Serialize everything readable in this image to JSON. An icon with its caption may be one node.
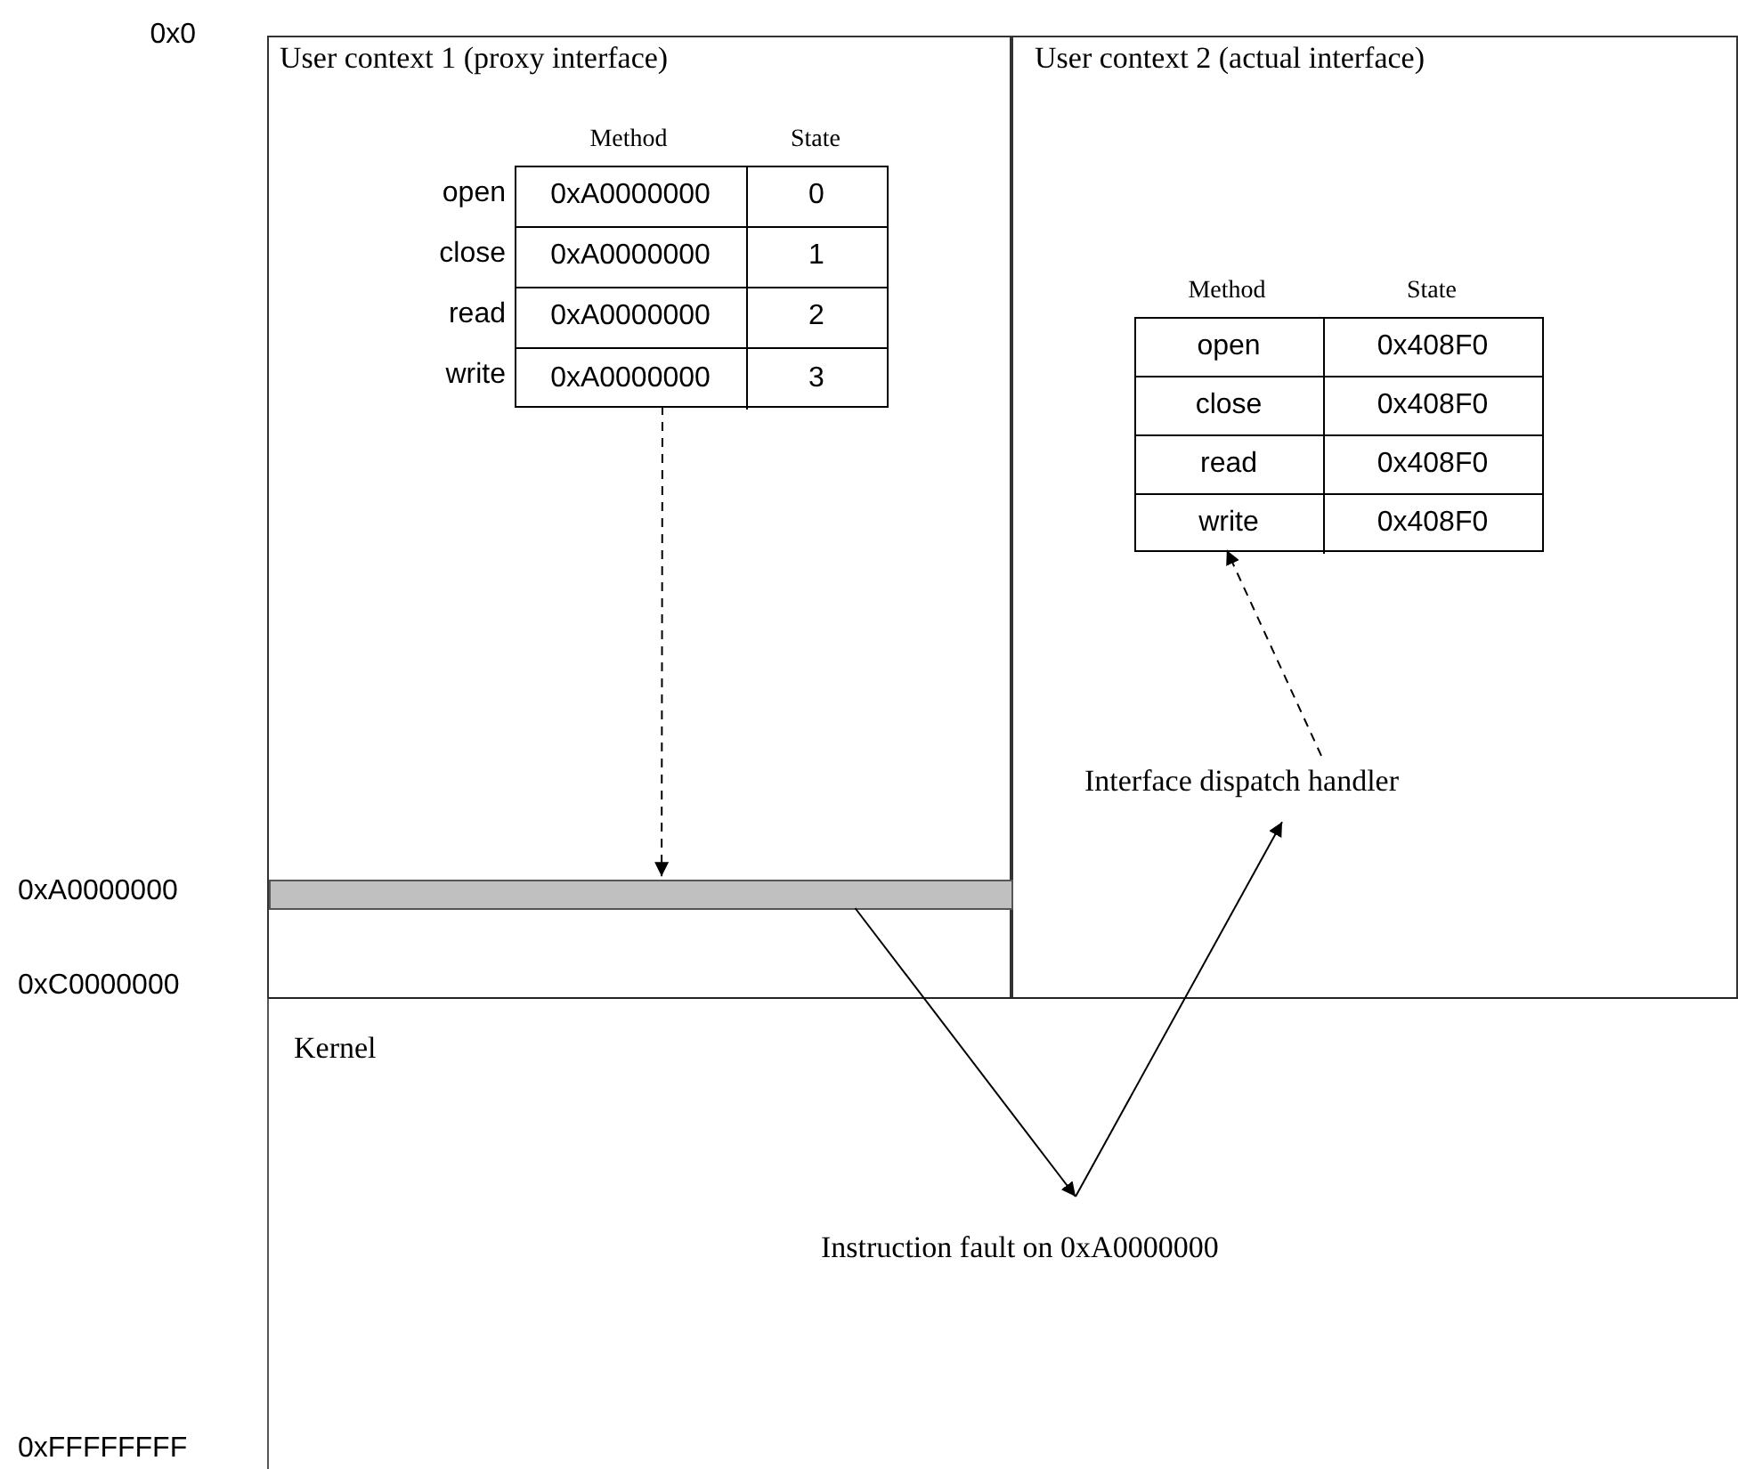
{
  "diagram": {
    "nodes": [
      {
        "text": [
          "User context 1 (proxy interface)"
        ]
      },
      {
        "text": [
          "0xA0000000",
          "0",
          "0xA0000000",
          "1",
          "0xA0000000",
          "2",
          "0xA0000000",
          "3"
        ],
        "beside": [
          "Method",
          "State",
          "open",
          "close",
          "read",
          "write"
        ],
        "in": 0
      },
      {
        "text": [
          "User context 2 (actual interface)"
        ]
      },
      {
        "text": [
          "open",
          "0x408F0",
          "close",
          "0x408F0",
          "read",
          "0x408F0",
          "write",
          "0x408F0"
        ],
        "beside": [
          "Method",
          "State"
        ],
        "in": 2
      },
      {
        "text": [
          "Interface dispatch handler"
        ],
        "in": 2
      },
      {
        "text": [],
        "shape": "bar",
        "beside": [
          "0xA0000000"
        ],
        "in": 0
      },
      {
        "text": [
          "Kernel"
        ]
      },
      {
        "text": [
          "Instruction fault on 0xA0000000"
        ],
        "in": 6
      }
    ],
    "edges": [
      {
        "from": 1,
        "to": 5,
        "arrow": "to",
        "style": "dashed"
      },
      {
        "from": 4,
        "to": 3,
        "arrow": "to",
        "style": "dashed"
      },
      {
        "from": 5,
        "to": 7,
        "arrow": "to"
      },
      {
        "from": 7,
        "to": 4,
        "arrow": "to"
      }
    ],
    "labels": [
      "0x0",
      "0xC0000000",
      "0xFFFFFFFF"
    ]
  }
}
